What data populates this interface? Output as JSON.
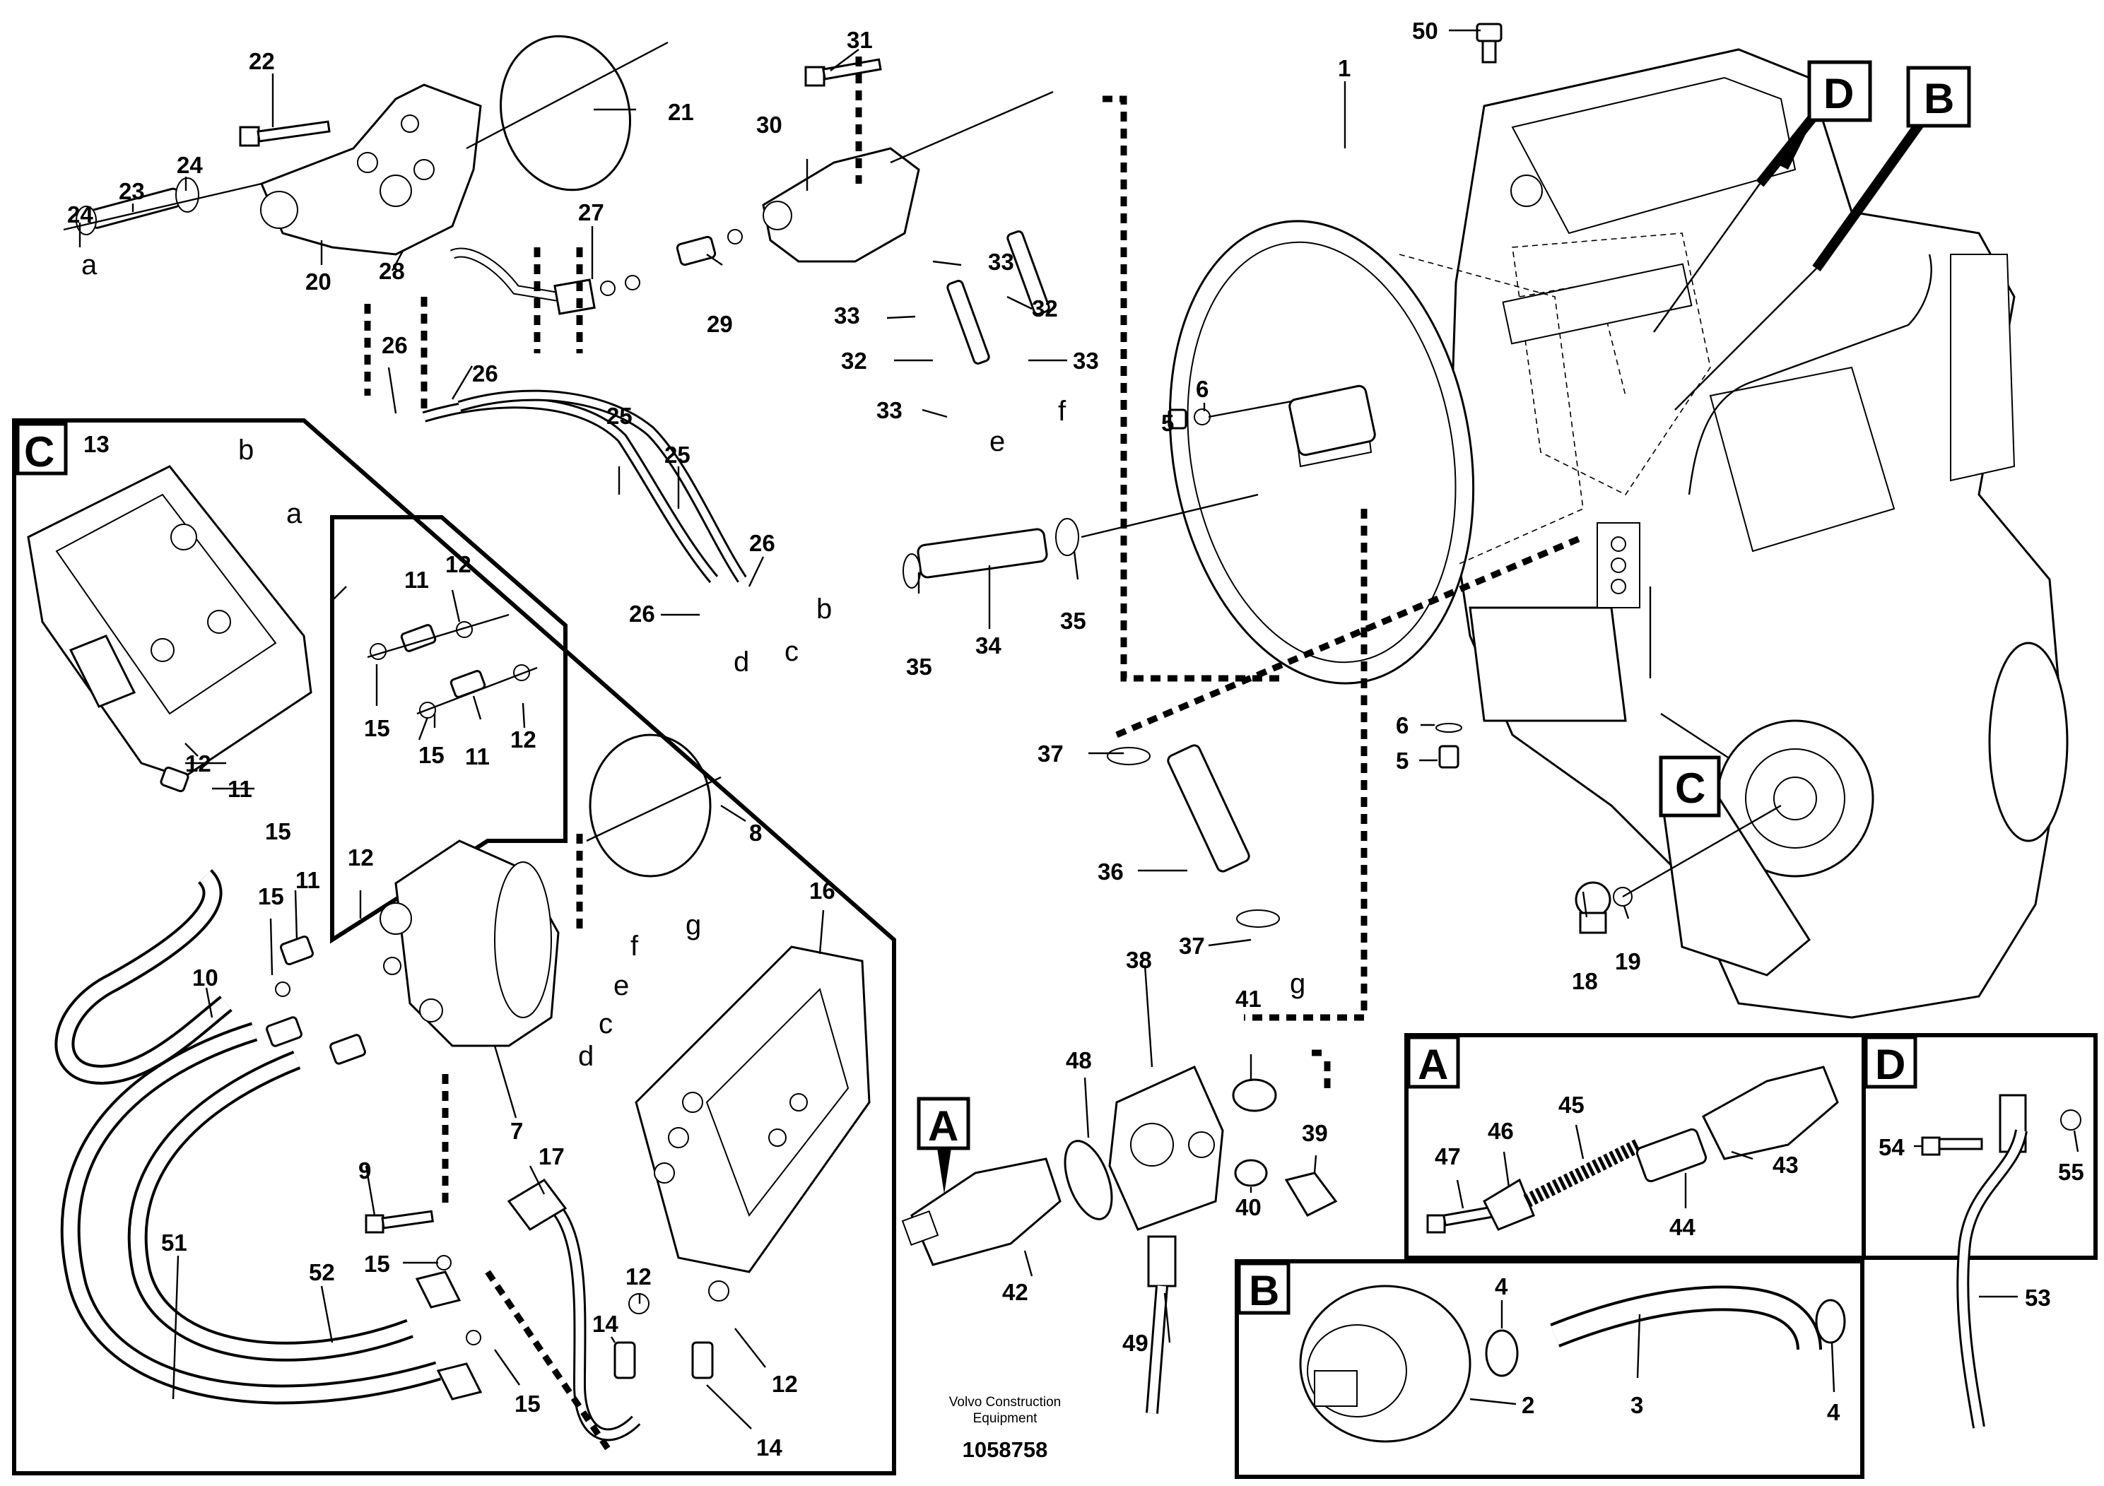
{
  "boxes": {
    "A": "A",
    "B": "B",
    "C": "C",
    "D": "D"
  },
  "callouts": {
    "c1": "1",
    "c2": "2",
    "c3": "3",
    "c4a": "4",
    "c4b": "4",
    "c5a": "5",
    "c5b": "5",
    "c6a": "6",
    "c6b": "6",
    "c7": "7",
    "c8": "8",
    "c9": "9",
    "c10": "10",
    "c11a": "11",
    "c11b": "11",
    "c11c": "11",
    "c11d": "11",
    "c12a": "12",
    "c12b": "12",
    "c12c": "12",
    "c12d": "12",
    "c12e": "12",
    "c12f": "12",
    "c13": "13",
    "c14a": "14",
    "c14b": "14",
    "c15a": "15",
    "c15b": "15",
    "c15c": "15",
    "c15d": "15",
    "c15e": "15",
    "c15f": "15",
    "c16": "16",
    "c17": "17",
    "c18": "18",
    "c19": "19",
    "c20": "20",
    "c21": "21",
    "c22": "22",
    "c23": "23",
    "c24a": "24",
    "c24b": "24",
    "c25a": "25",
    "c25b": "25",
    "c26a": "26",
    "c26b": "26",
    "c26c": "26",
    "c26d": "26",
    "c27": "27",
    "c28": "28",
    "c29": "29",
    "c30": "30",
    "c31": "31",
    "c32a": "32",
    "c32b": "32",
    "c33a": "33",
    "c33b": "33",
    "c33c": "33",
    "c33d": "33",
    "c34": "34",
    "c35a": "35",
    "c35b": "35",
    "c36": "36",
    "c37a": "37",
    "c37b": "37",
    "c38": "38",
    "c39": "39",
    "c40": "40",
    "c41": "41",
    "c42": "42",
    "c43": "43",
    "c44": "44",
    "c45": "45",
    "c46": "46",
    "c47": "47",
    "c48": "48",
    "c49": "49",
    "c50": "50",
    "c51": "51",
    "c52": "52",
    "c53": "53",
    "c54": "54",
    "c55": "55"
  },
  "letters": {
    "a1": "a",
    "a2": "a",
    "b1": "b",
    "b2": "b",
    "c1": "c",
    "c2": "c",
    "d1": "d",
    "d2": "d",
    "e1": "e",
    "e2": "e",
    "f1": "f",
    "f2": "f",
    "g1": "g",
    "g2": "g"
  },
  "caption": {
    "line1": "Volvo Construction",
    "line2": "Equipment",
    "doc_number": "1058758"
  }
}
